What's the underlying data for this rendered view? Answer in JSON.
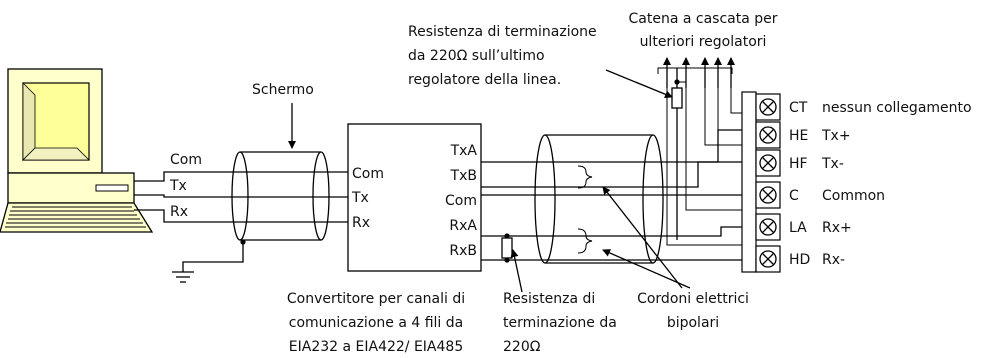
{
  "annotations": {
    "termination_top": [
      "Resistenza di terminazione",
      "da 220Ω sull’ultimo",
      "regolatore della linea."
    ],
    "daisy_chain": [
      "Catena a cascata per",
      "ulteriori regolatori"
    ],
    "shield": "Schermo",
    "converter": [
      "Convertitore per canali di",
      "comunicazione a 4 fili da",
      "EIA232 a EIA422/ EIA485"
    ],
    "termination_bottom": [
      "Resistenza di",
      "terminazione da",
      "220Ω"
    ],
    "cables": [
      "Cordoni elettrici",
      "bipolari"
    ]
  },
  "pc": {
    "lines": [
      "Com",
      "Tx",
      "Rx"
    ]
  },
  "converter_box": {
    "left_pins": [
      "Com",
      "Tx",
      "Rx"
    ],
    "right_pins": [
      "TxA",
      "TxB",
      "Com",
      "RxA",
      "RxB"
    ]
  },
  "terminals": [
    {
      "code": "CT",
      "function": "nessun collegamento"
    },
    {
      "code": "HE",
      "function": "Tx+"
    },
    {
      "code": "HF",
      "function": "Tx-"
    },
    {
      "code": "C",
      "function": "Common"
    },
    {
      "code": "LA",
      "function": "Rx+"
    },
    {
      "code": "HD",
      "function": "Rx-"
    }
  ]
}
